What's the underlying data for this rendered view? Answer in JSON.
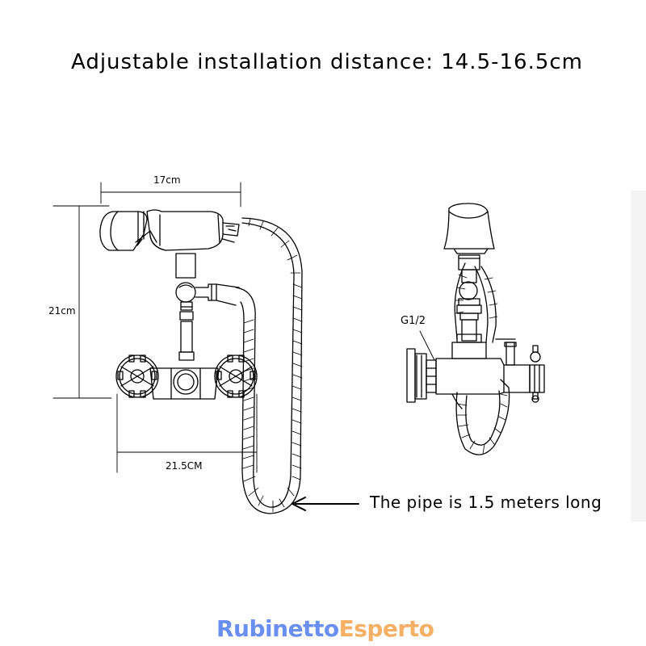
{
  "headline": "Adjustable installation distance: 14.5-16.5cm",
  "dimensions": {
    "handshower_width": "17cm",
    "total_height": "21cm",
    "center_distance": "21.5CM",
    "thread": "G1/2"
  },
  "pipe_note": "The pipe is 1.5 meters long",
  "brand": {
    "part1": "Rubinetto",
    "part2": "Esperto"
  },
  "colors": {
    "line": "#000000",
    "brand_blue": "#6a8ff0",
    "brand_orange": "#f5b066"
  }
}
